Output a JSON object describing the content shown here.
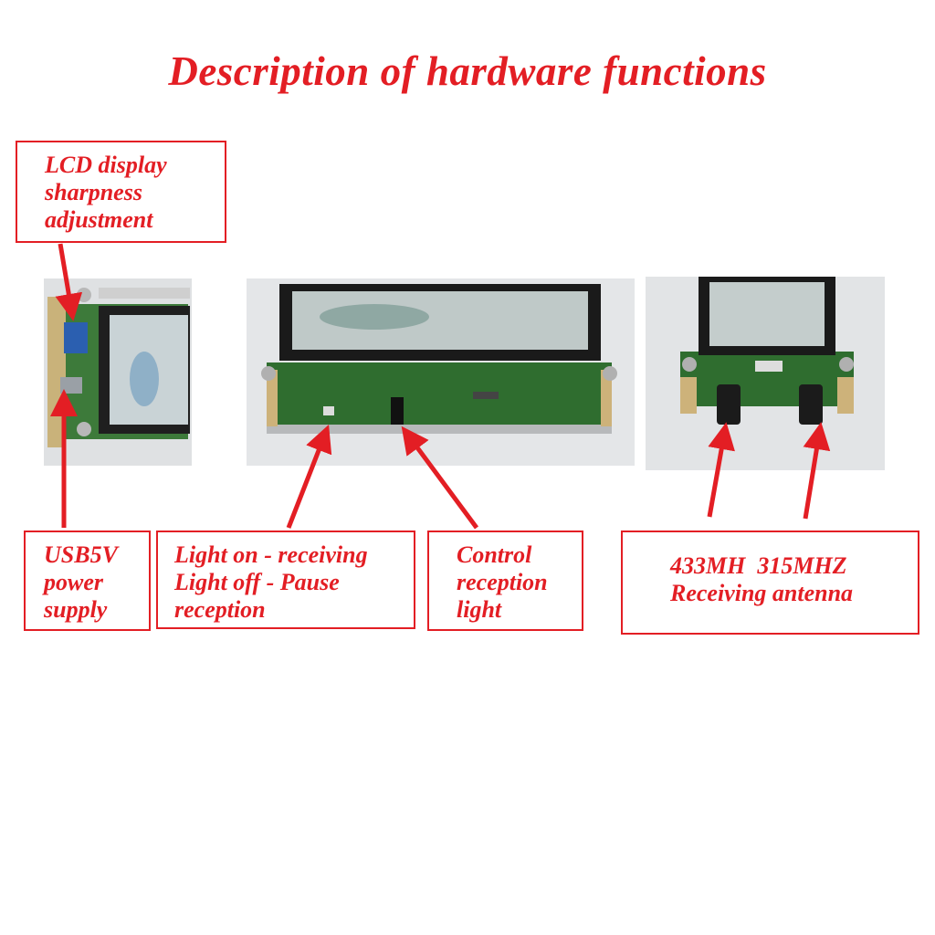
{
  "title": "Description of hardware functions",
  "labels": {
    "lcd": [
      "LCD display",
      "sharpness",
      "adjustment"
    ],
    "usb": [
      "USB5V",
      "power",
      "supply"
    ],
    "light": [
      "Light on - receiving",
      "Light off - Pause",
      "reception"
    ],
    "control": [
      "Control",
      "reception",
      "light"
    ],
    "antenna": [
      "433MH  315MHZ",
      "Receiving antenna"
    ]
  },
  "colors": {
    "accent": "#e31e24",
    "pcb": "#2e6b2e",
    "photo_bg": "#e6e8ea"
  }
}
